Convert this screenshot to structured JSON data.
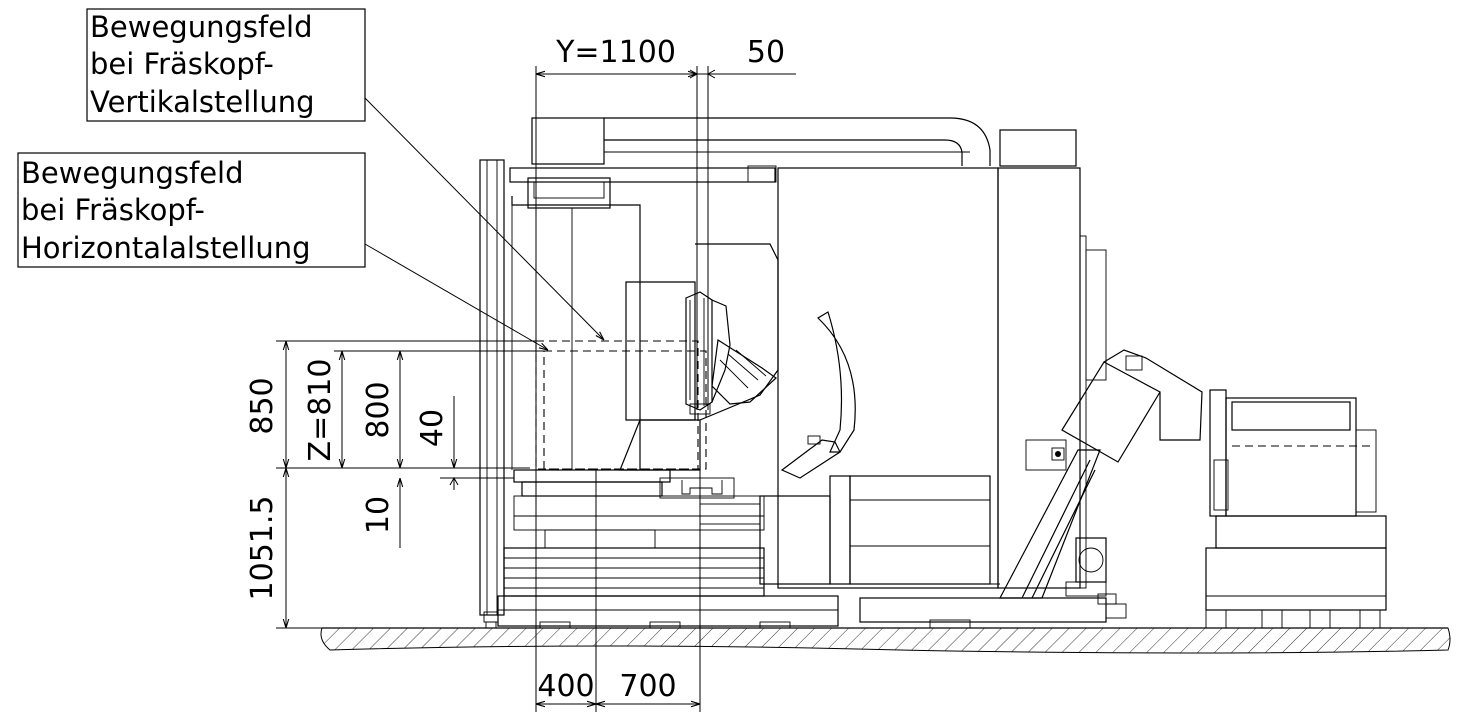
{
  "labels": {
    "vertical": [
      "Bewegungsfeld",
      "bei Fräskopf-",
      "Vertikalstellung"
    ],
    "horizontal": [
      "Bewegungsfeld",
      "bei Fräskopf-",
      "Horizontalalstellung"
    ]
  },
  "dimensions": {
    "y": "Y=1100",
    "offset_top": "50",
    "h850": "850",
    "z810": "Z=810",
    "h800": "800",
    "h40": "40",
    "h10": "10",
    "h1051": "1051.5",
    "w400": "400",
    "w700": "700"
  }
}
